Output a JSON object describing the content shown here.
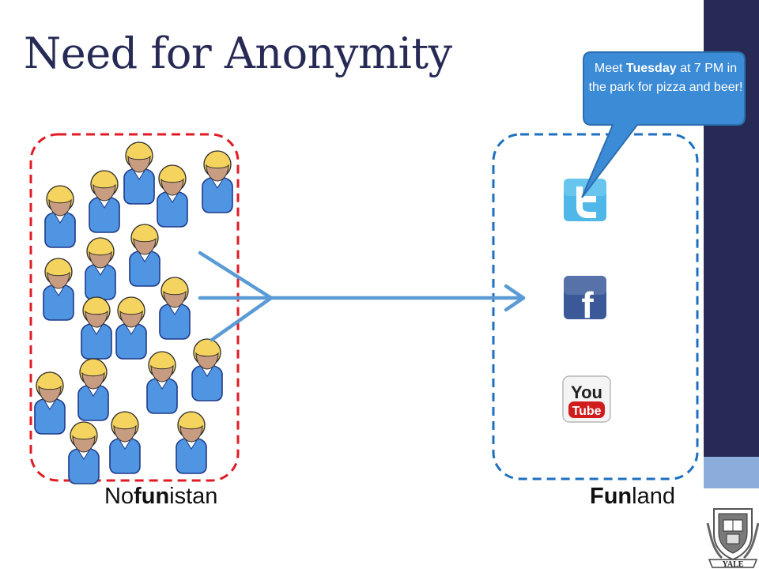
{
  "slide": {
    "title": "Need for Anonymity"
  },
  "regions": {
    "left": {
      "pre": "No",
      "bold": "fun",
      "post": "istan"
    },
    "right": {
      "bold": "Fun",
      "post": "land"
    }
  },
  "callout": {
    "pre": "Meet ",
    "bold": "Tuesday",
    "post": " at 7 PM in the park for pizza and beer!"
  },
  "services": [
    {
      "name": "twitter-icon",
      "color": "#4fb8e8"
    },
    {
      "name": "facebook-icon",
      "glyph": "f",
      "color": "#3b5998"
    },
    {
      "name": "youtube-icon",
      "top": "You",
      "bottom": "Tube",
      "color": "#d01c1c"
    }
  ],
  "logo": {
    "text": "YALE"
  },
  "colors": {
    "title": "#262a55",
    "left_border": "#e01b24",
    "right_border": "#1f6fc0",
    "arrow": "#5b9bd5",
    "callout": "#3c8bd6",
    "sidebar": "#262a55",
    "sidebar_stripe": "#8caddc"
  }
}
